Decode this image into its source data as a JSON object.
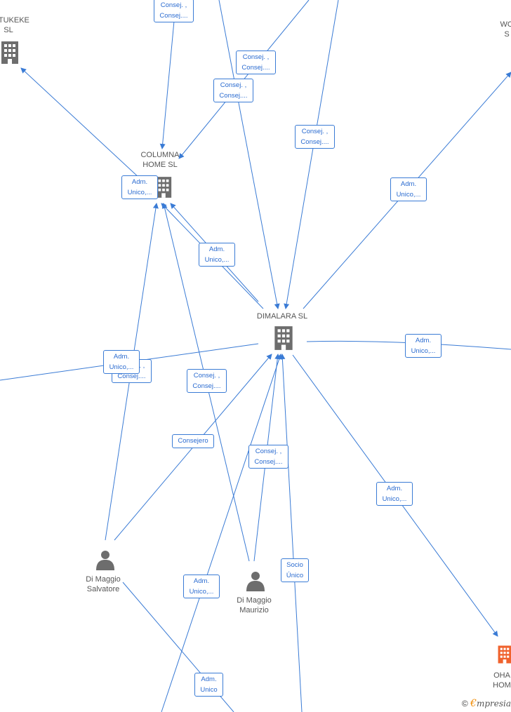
{
  "colors": {
    "edge": "#3a7bd5",
    "company": "#6d6d6d",
    "highlight": "#f0622d",
    "person": "#6d6d6d"
  },
  "nodes": {
    "ertukeke": {
      "line1": "RTUKEKE",
      "line2": "SL",
      "icon": "building-icon"
    },
    "columna": {
      "line1": "COLUMNA",
      "line2": "HOME  SL",
      "icon": "building-icon"
    },
    "dimalara": {
      "line1": "DIMALARA SL",
      "icon": "building-icon"
    },
    "wo": {
      "line1": "WO",
      "line2": "S",
      "icon": "building-icon"
    },
    "oha": {
      "line1": "OHA",
      "line2": "HOM",
      "icon": "building-icon"
    },
    "salvatore": {
      "line1": "Di Maggio",
      "line2": "Salvatore",
      "icon": "person-icon"
    },
    "maurizio": {
      "line1": "Di Maggio",
      "line2": "Maurizio",
      "icon": "person-icon"
    }
  },
  "edge_labels": {
    "l1": {
      "line1": "Consej. ,",
      "line2": "Consej...."
    },
    "l2": {
      "line1": "Consej. ,",
      "line2": "Consej...."
    },
    "l3": {
      "line1": "Consej. ,",
      "line2": "Consej...."
    },
    "l4": {
      "line1": "Consej. ,",
      "line2": "Consej...."
    },
    "l5": {
      "line1": "Adm.",
      "line2": "Unico,..."
    },
    "l6": {
      "line1": "Adm.",
      "line2": "Unico,..."
    },
    "l7": {
      "line1": "Adm.",
      "line2": "Unico,..."
    },
    "l8": {
      "line1": "Adm.",
      "line2": "Unico,..."
    },
    "l9a": {
      "line1": "Consej. ,",
      "line2": "Consej...."
    },
    "l9b": {
      "line1": "Adm.",
      "line2": "Unico,..."
    },
    "l10": {
      "line1": "Consej. ,",
      "line2": "Consej...."
    },
    "l11": {
      "line1": "Consejero"
    },
    "l12": {
      "line1": "Consej. ,",
      "line2": "Consej...."
    },
    "l13": {
      "line1": "Adm.",
      "line2": "Unico,..."
    },
    "l14": {
      "line1": "Socio",
      "line2": "Único"
    },
    "l15": {
      "line1": "Adm.",
      "line2": "Unico,..."
    },
    "l16": {
      "line1": "Adm.",
      "line2": "Unico"
    }
  },
  "footer": {
    "copyright": "©",
    "brand_initial": "€",
    "brand_rest": "mpresia"
  }
}
